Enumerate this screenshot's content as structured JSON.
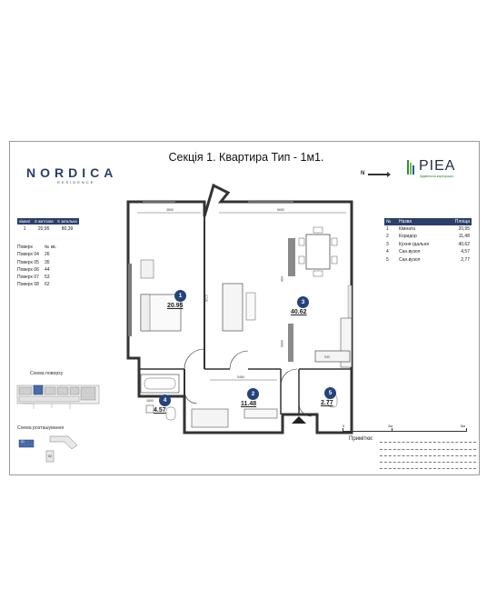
{
  "header": {
    "title": "Секція 1. Квартира Тип - 1м1.",
    "north_label": "N"
  },
  "logo_left": {
    "word": "NORDICA",
    "sub": "RESIDENCE"
  },
  "logo_right": {
    "word": "PIEA",
    "sub": "будівельна корпорація"
  },
  "area_table": {
    "headers": [
      "кімнат",
      "S житлова",
      "S загальна"
    ],
    "values": [
      "1",
      "20,95",
      "80,39"
    ]
  },
  "floors": {
    "header": [
      "Поверх",
      "№ кв."
    ],
    "rows": [
      [
        "Поверх 04",
        "26"
      ],
      [
        "Поверх 05",
        "35"
      ],
      [
        "Поверх 06",
        "44"
      ],
      [
        "Поверх 07",
        "53"
      ],
      [
        "Поверх 08",
        "62"
      ]
    ]
  },
  "rooms_table": {
    "headers": [
      "№",
      "Назва",
      "Площа"
    ],
    "rows": [
      [
        "1",
        "Кімната",
        "20,95"
      ],
      [
        "2",
        "Коридор",
        "11,48"
      ],
      [
        "3",
        "Кухня-їдальня",
        "40,62"
      ],
      [
        "4",
        "Сан.вузол",
        "4,57"
      ],
      [
        "5",
        "Сан.вузол",
        "2,77"
      ]
    ]
  },
  "plan": {
    "rooms": [
      {
        "num": "1",
        "area": "20.95"
      },
      {
        "num": "2",
        "area": "11.48"
      },
      {
        "num": "3",
        "area": "40.62"
      },
      {
        "num": "4",
        "area": "4.57"
      },
      {
        "num": "5",
        "area": "2.77"
      }
    ],
    "dims": [
      "3850",
      "6650",
      "5480",
      "1720",
      "1850",
      "930",
      "3950",
      "930"
    ]
  },
  "schemes": {
    "floor_scheme_label": "Схема поверху",
    "placement_scheme_label": "Схема розташування",
    "placement_tag_1": "01",
    "placement_tag_2": "02"
  },
  "scale": {
    "ticks": [
      "0",
      "2м",
      "5м"
    ]
  },
  "notes": {
    "label": "Примітки:"
  },
  "colors": {
    "accent": "#25427a",
    "table_header": "#2b3f6b",
    "window": "#7a7a7a"
  }
}
